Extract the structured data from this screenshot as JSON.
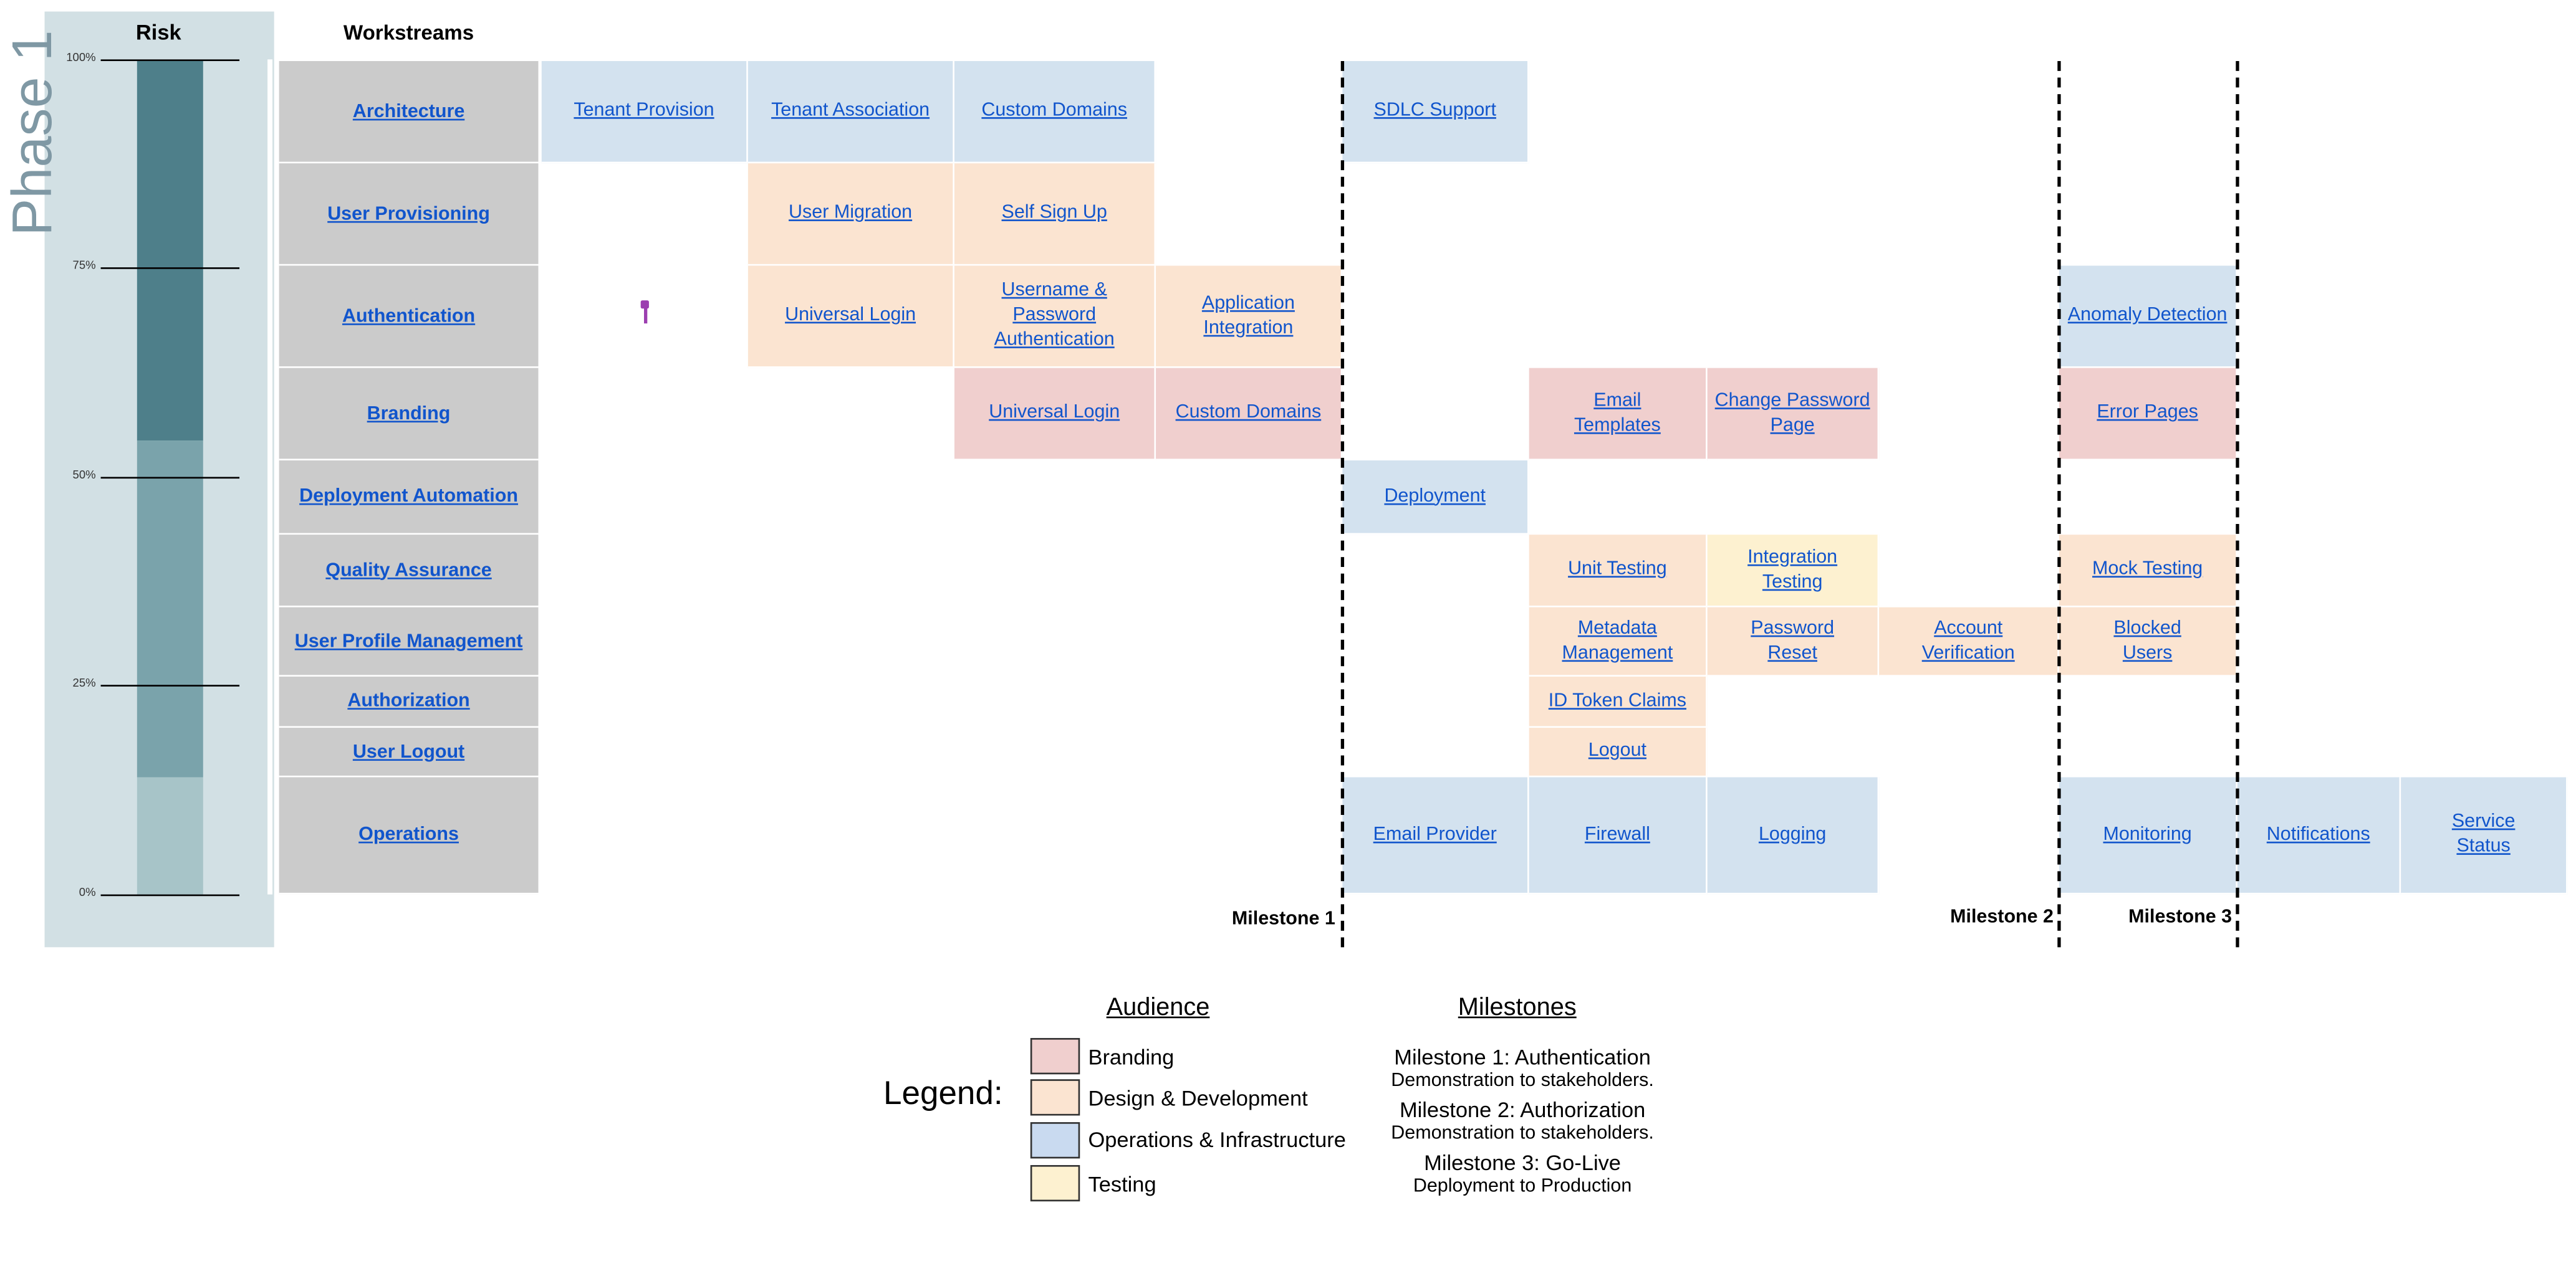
{
  "risk": {
    "title": "Risk",
    "phase_label": "Phase 1",
    "axis_ticks": [
      "100%",
      "75%",
      "50%",
      "25%",
      "0%"
    ],
    "level_fractions": {
      "low_top": 0.14,
      "mid_top": 0.545,
      "high_top": 1.0
    },
    "colors": {
      "low": "#a7c4c8",
      "mid": "#7aa3ab",
      "high": "#4e7f8a",
      "panel": "#d2e0e4"
    }
  },
  "workstreams": {
    "header": "Workstreams",
    "items": [
      "Architecture",
      "User Provisioning",
      "Authentication",
      "Branding",
      "Deployment Automation",
      "Quality Assurance",
      "User Profile Management",
      "Authorization",
      "User Logout",
      "Operations"
    ]
  },
  "tasks": [
    {
      "label": "Tenant Provision",
      "audience": "Operations & Infrastructure",
      "workstream": "Architecture"
    },
    {
      "label": "Tenant Association",
      "audience": "Operations & Infrastructure",
      "workstream": "Architecture"
    },
    {
      "label": "Custom Domains",
      "audience": "Operations & Infrastructure",
      "workstream": "Architecture"
    },
    {
      "label": "SDLC Support",
      "audience": "Operations & Infrastructure",
      "workstream": "Architecture"
    },
    {
      "label": "User Migration",
      "audience": "Design & Development",
      "workstream": "User Provisioning"
    },
    {
      "label": "Self Sign Up",
      "audience": "Design & Development",
      "workstream": "User Provisioning"
    },
    {
      "label": "Universal Login",
      "audience": "Design & Development",
      "workstream": "Authentication"
    },
    {
      "label": "Username & Password Authentication",
      "audience": "Design & Development",
      "workstream": "Authentication"
    },
    {
      "label": "Application Integration",
      "audience": "Design & Development",
      "workstream": "Authentication"
    },
    {
      "label": "Anomaly Detection",
      "audience": "Operations & Infrastructure",
      "workstream": "Authentication"
    },
    {
      "label": "Universal Login",
      "audience": "Branding",
      "workstream": "Branding"
    },
    {
      "label": "Custom Domains",
      "audience": "Branding",
      "workstream": "Branding"
    },
    {
      "label": "Email Templates",
      "audience": "Branding",
      "workstream": "Branding"
    },
    {
      "label": "Change Password Page",
      "audience": "Branding",
      "workstream": "Branding"
    },
    {
      "label": "Error Pages",
      "audience": "Branding",
      "workstream": "Branding"
    },
    {
      "label": "Deployment",
      "audience": "Operations & Infrastructure",
      "workstream": "Deployment Automation"
    },
    {
      "label": "Unit Testing",
      "audience": "Design & Development",
      "workstream": "Quality Assurance"
    },
    {
      "label": "Integration Testing",
      "audience": "Testing",
      "workstream": "Quality Assurance"
    },
    {
      "label": "Mock Testing",
      "audience": "Design & Development",
      "workstream": "Quality Assurance"
    },
    {
      "label": "Metadata Management",
      "audience": "Design & Development",
      "workstream": "User Profile Management"
    },
    {
      "label": "Password Reset",
      "audience": "Design & Development",
      "workstream": "User Profile Management"
    },
    {
      "label": "Account Verification",
      "audience": "Design & Development",
      "workstream": "User Profile Management"
    },
    {
      "label": "Blocked Users",
      "audience": "Design & Development",
      "workstream": "User Profile Management"
    },
    {
      "label": "ID Token Claims",
      "audience": "Design & Development",
      "workstream": "Authorization"
    },
    {
      "label": "Logout",
      "audience": "Design & Development",
      "workstream": "User Logout"
    },
    {
      "label": "Email Provider",
      "audience": "Operations & Infrastructure",
      "workstream": "Operations"
    },
    {
      "label": "Firewall",
      "audience": "Operations & Infrastructure",
      "workstream": "Operations"
    },
    {
      "label": "Logging",
      "audience": "Operations & Infrastructure",
      "workstream": "Operations"
    },
    {
      "label": "Monitoring",
      "audience": "Operations & Infrastructure",
      "workstream": "Operations"
    },
    {
      "label": "Notifications",
      "audience": "Operations & Infrastructure",
      "workstream": "Operations"
    },
    {
      "label": "Service Status",
      "audience": "Operations & Infrastructure",
      "workstream": "Operations"
    }
  ],
  "milestone_markers": [
    "Milestone 1",
    "Milestone 2",
    "Milestone 3"
  ],
  "legend": {
    "title": "Legend:",
    "audience_header": "Audience",
    "audience_items": [
      {
        "label": "Branding",
        "color": "#f0cfce"
      },
      {
        "label": "Design & Development",
        "color": "#fbe4d1"
      },
      {
        "label": "Operations & Infrastructure",
        "color": "#c9daf0"
      },
      {
        "label": "Testing",
        "color": "#fdf1d0"
      }
    ],
    "milestones_header": "Milestones",
    "milestone_items": [
      {
        "name": "Milestone 1: Authentication",
        "desc": "Demonstration to stakeholders."
      },
      {
        "name": "Milestone 2: Authorization",
        "desc": "Demonstration to stakeholders."
      },
      {
        "name": "Milestone 3: Go-Live",
        "desc": "Deployment to Production"
      }
    ]
  },
  "icons": {
    "marker": "pin-marker-icon"
  }
}
